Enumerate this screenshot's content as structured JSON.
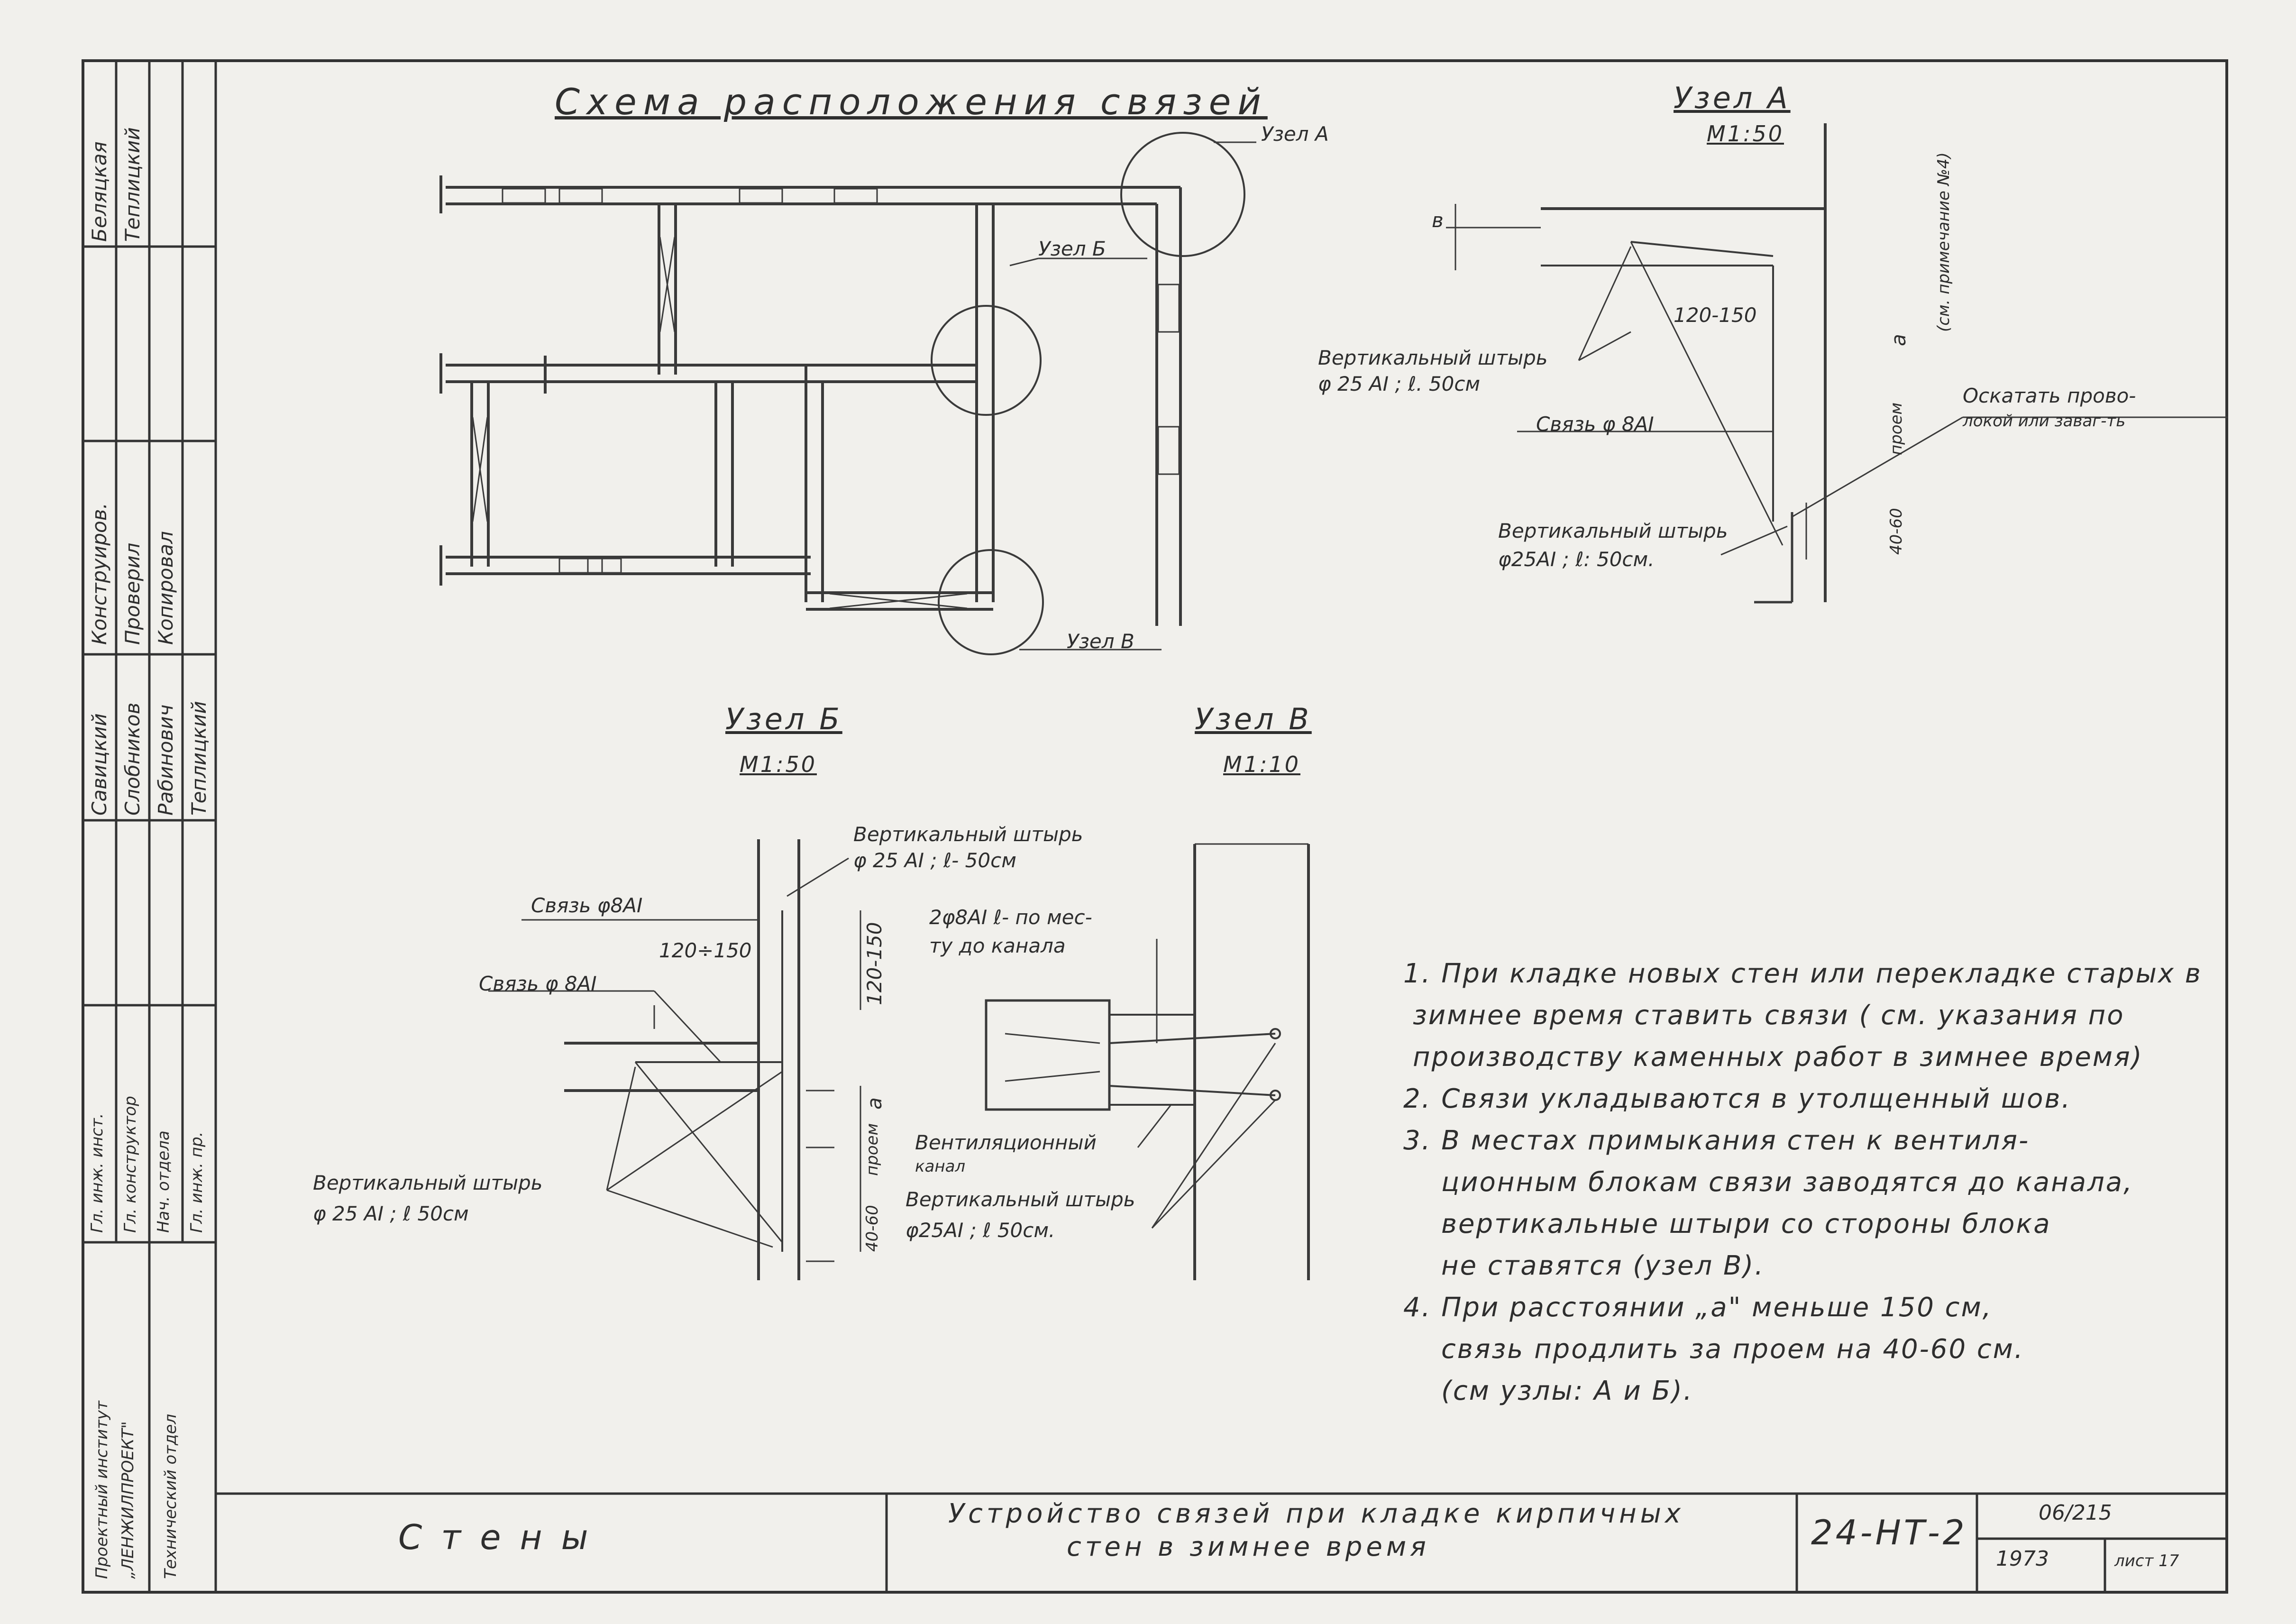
{
  "schema": {
    "title": "Схема расположения связей",
    "callout_a": "Узел А",
    "callout_b": "Узел Б",
    "callout_v": "Узел В"
  },
  "node_a": {
    "title": "Узел А",
    "scale": "М1:50",
    "dim_b": "в",
    "dim_120_150": "120-150",
    "label_pin_top_1": "Вертикальный штырь",
    "label_pin_top_2": "φ 25 АI ; ℓ. 50см",
    "label_tie": "Связь φ 8АI",
    "label_plaster_1": "Оскатать прово-",
    "label_plaster_2": "локой или заваг-ть",
    "label_pin_bot_1": "Вертикальный штырь",
    "label_pin_bot_2": "φ25АI ; ℓ: 50см.",
    "label_opening": "проем",
    "label_a": "а",
    "label_note_vert": "(см. примечание №4)",
    "label_40_60": "40-60"
  },
  "node_b": {
    "title": "Узел Б",
    "scale": "М1:50",
    "label_pin_top_1": "Вертикальный штырь",
    "label_pin_top_2": "φ 25 АI ; ℓ- 50см",
    "label_tie_1": "Связь φ8АI",
    "label_tie_2": "Связь φ 8АI",
    "dim_120_150_h": "120÷150",
    "dim_120_150_v": "120-150",
    "label_pin_bot_1": "Вертикальный штырь",
    "label_pin_bot_2": "φ 25 АI ; ℓ 50см",
    "label_opening": "проем",
    "label_a": "а",
    "label_40_60": "40-60"
  },
  "node_v": {
    "title": "Узел В",
    "scale": "М1:10",
    "label_tie_1": "2φ8АI ℓ- по мес-",
    "label_tie_2": "ту до канала",
    "label_channel_1": "Вентиляционный",
    "label_channel_2": "канал",
    "label_pin_1": "Вертикальный штырь",
    "label_pin_2": "φ25АI ; ℓ 50см."
  },
  "notes": [
    "1. При кладке новых стен или перекладке старых в",
    "зимнее время ставить связи ( см. указания по",
    "производству каменных работ в зимнее время)",
    "2. Связи укладываются в утолщенный шов.",
    "3. В местах примыкания стен к вентиля-",
    "ционным блокам связи заводятся до канала,",
    "вертикальные штыри со стороны блока",
    "не ставятся (узел В).",
    "4. При расстоянии „а\" меньше 150 см,",
    "связь продлить за проем на 40-60 см.",
    "(см узлы: А и Б)."
  ],
  "stamp": {
    "col1": [
      "Беляцкая",
      "Теплицкий"
    ],
    "col2_roles": [
      "Конструиров.",
      "Проверил",
      "Копировал"
    ],
    "col3_names": [
      "Савицкий",
      "Слобников",
      "Рабинович",
      "Теплицкий"
    ],
    "col4_roles": [
      "Гл. инж. инст.",
      "Гл. конструктор",
      "Нач. отдела",
      "Гл. инж. пр."
    ],
    "org_1": "Проектный институт",
    "org_2": "„ЛЕНЖИЛПРОЕКТ\"",
    "dept": "Технический отдел"
  },
  "title_block": {
    "section": "Стены",
    "subject_1": "Устройство связей при кладке кирпичных",
    "subject_2": "стен в зимнее время",
    "code": "24-НТ-2",
    "number": "06/215",
    "year": "1973",
    "sheet": "лист 17"
  }
}
